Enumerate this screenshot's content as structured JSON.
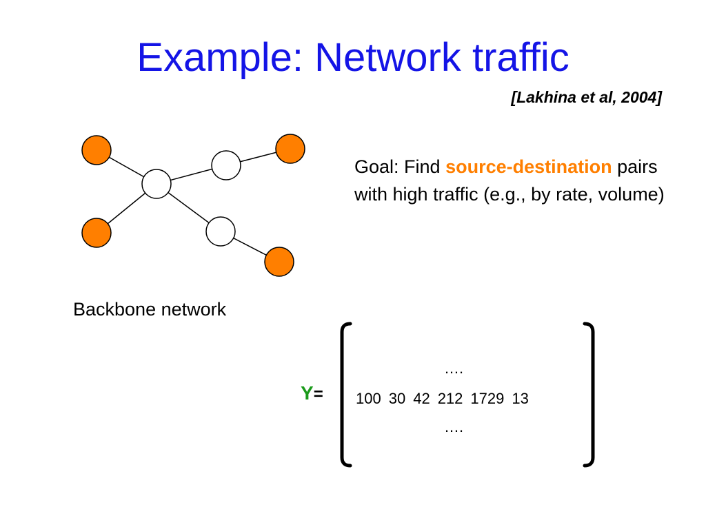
{
  "slide": {
    "title": "Example: Network traffic",
    "citation": "[Lakhina et al, 2004]"
  },
  "goal": {
    "prefix": "Goal: Find ",
    "highlight": "source-destination",
    "suffix": " pairs with high traffic (e.g., by rate, volume)",
    "highlight_color": "#ff7f00"
  },
  "network": {
    "label": "Backbone network",
    "endpoint_color": "#ff7f00",
    "router_color": "#ffffff",
    "edges": [
      [
        "endpoint-top-left",
        "router-center-left"
      ],
      [
        "endpoint-bottom-left",
        "router-center-left"
      ],
      [
        "router-center-left",
        "router-top-right"
      ],
      [
        "router-top-right",
        "endpoint-top-right"
      ],
      [
        "router-center-left",
        "router-bottom-right"
      ],
      [
        "router-bottom-right",
        "endpoint-bottom-right"
      ]
    ]
  },
  "matrix": {
    "variable": "Y",
    "equals": "=",
    "variable_color": "#1a9a1a",
    "row_top": "….",
    "row_values": [
      "100",
      "30",
      "42",
      "212",
      "1729",
      "13"
    ],
    "row_bottom": "…."
  }
}
